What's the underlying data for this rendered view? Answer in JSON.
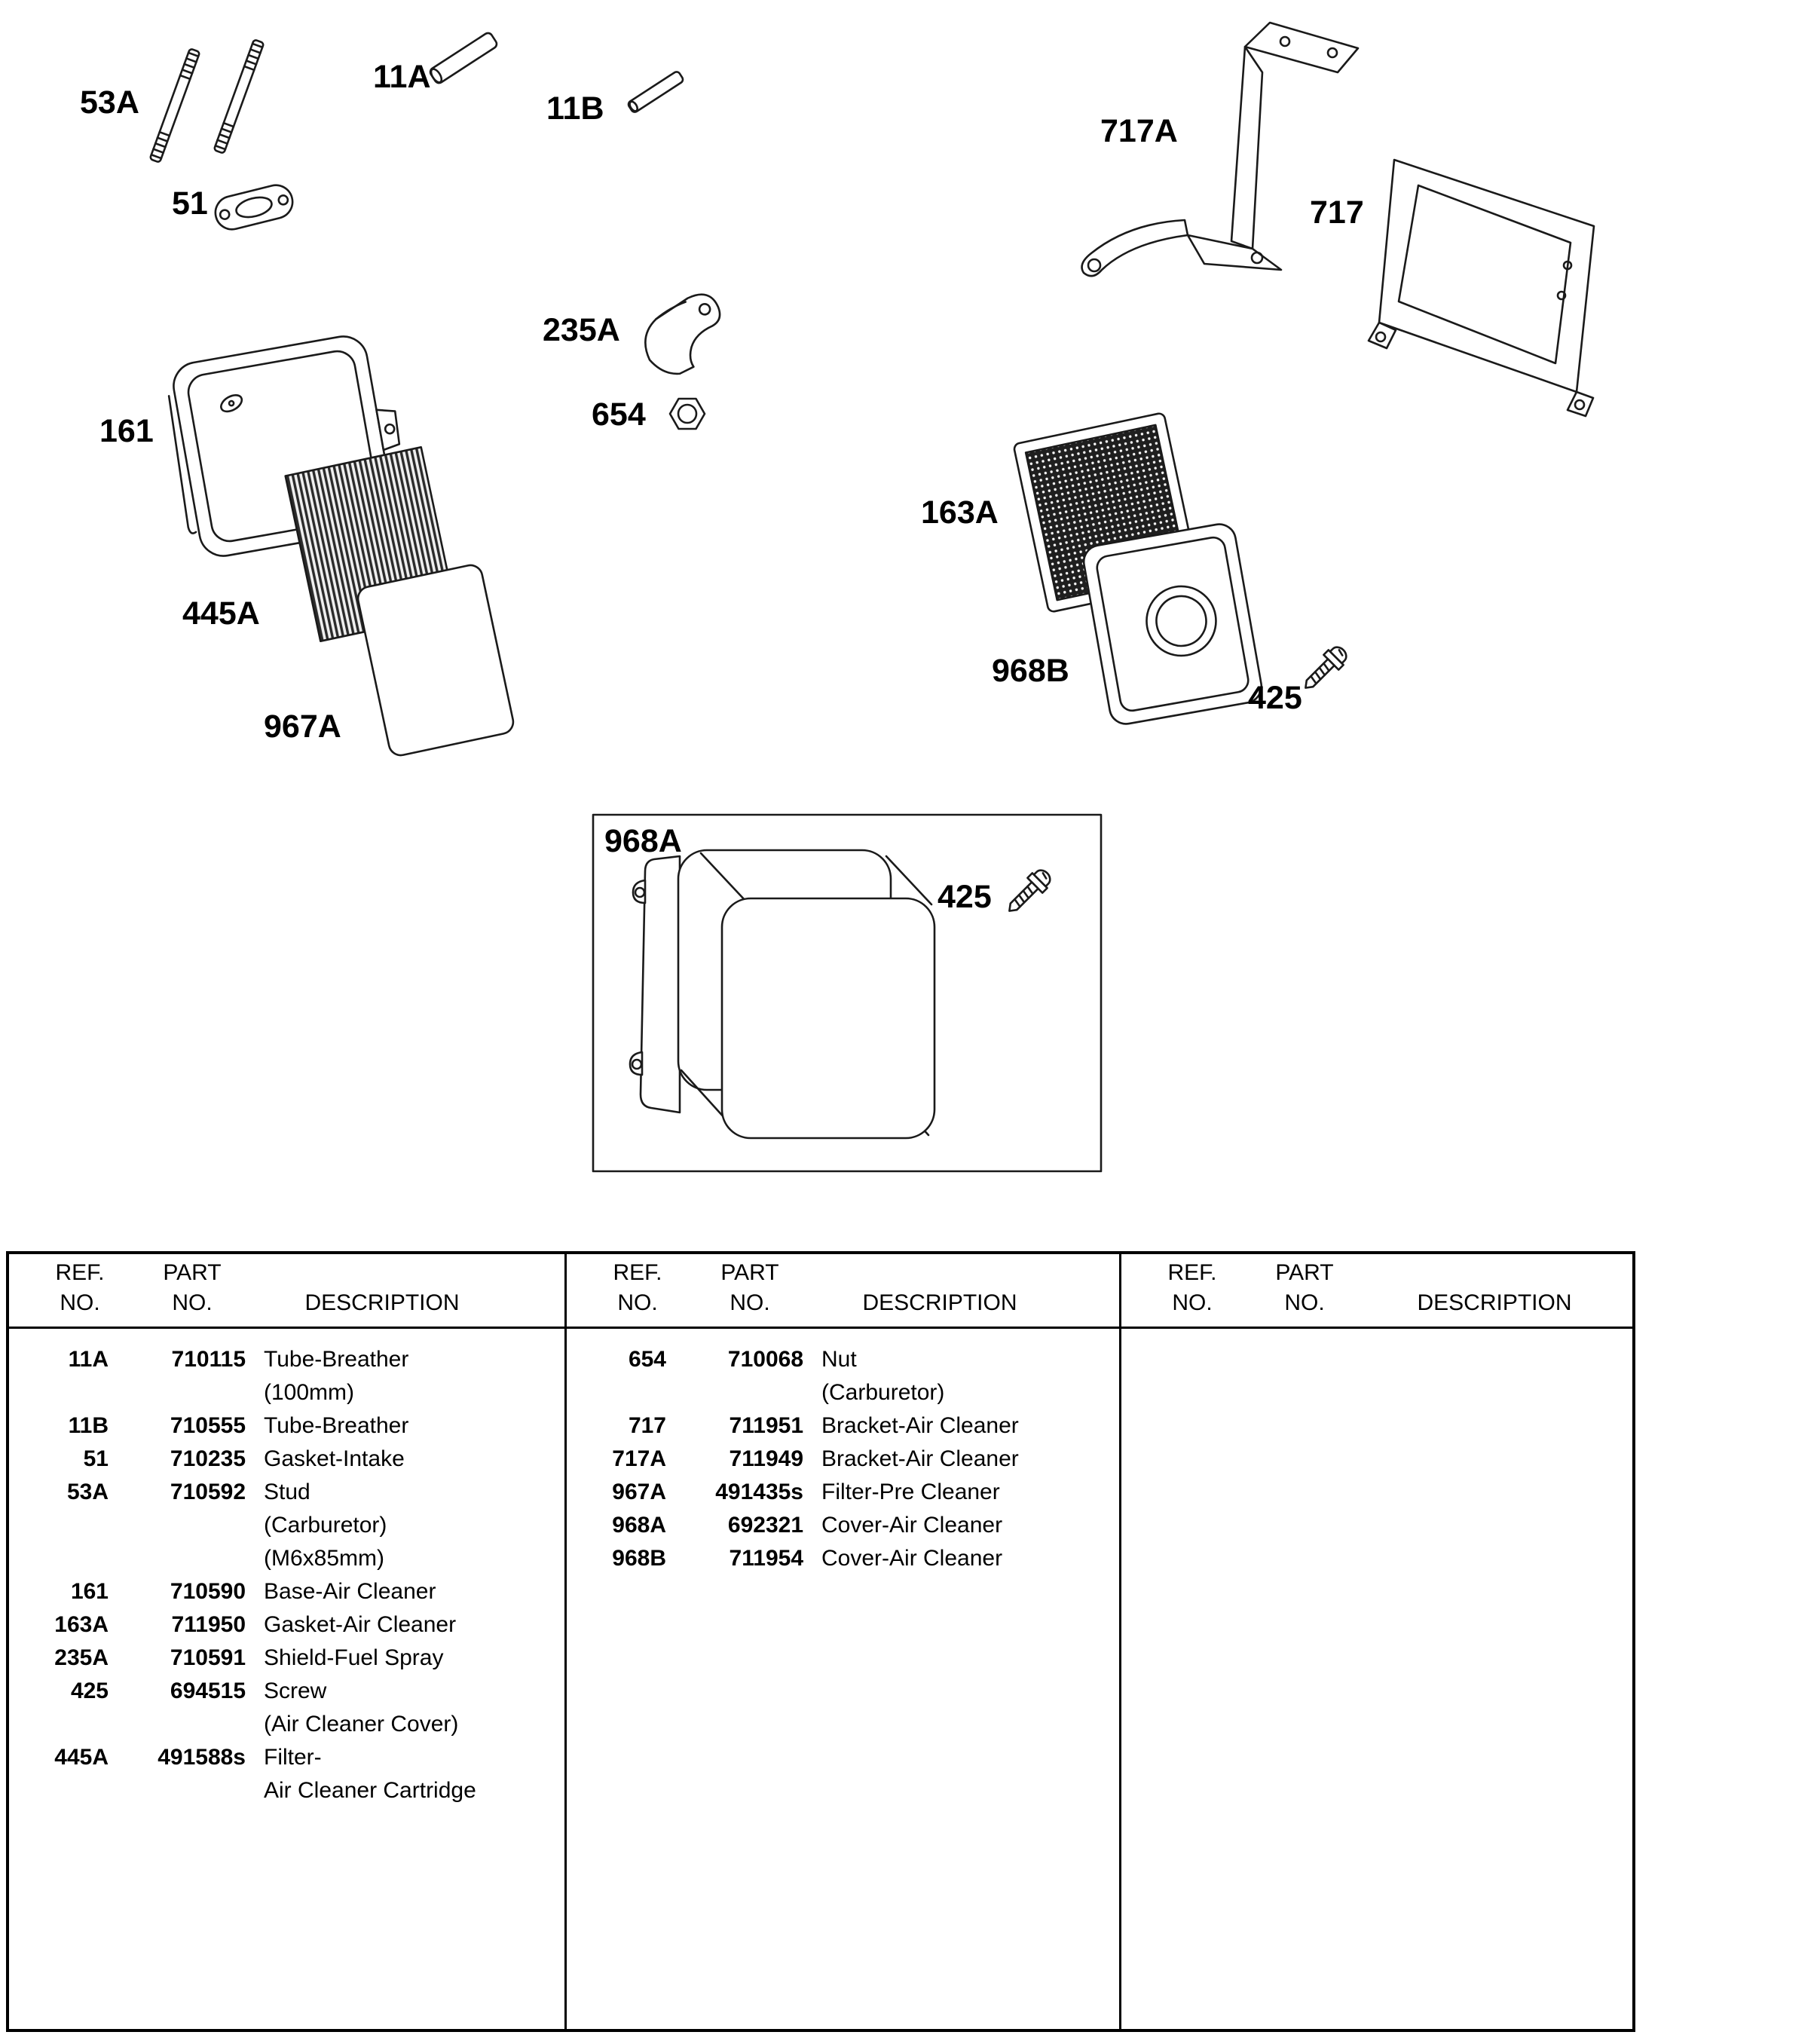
{
  "diagram": {
    "labels": {
      "l53A": "53A",
      "l11A": "11A",
      "l11B": "11B",
      "l51": "51",
      "l717A": "717A",
      "l717": "717",
      "l235A": "235A",
      "l654": "654",
      "l161": "161",
      "l163A": "163A",
      "l445A": "445A",
      "l968B": "968B",
      "l425a": "425",
      "l967A": "967A",
      "l968A": "968A",
      "l425b": "425"
    }
  },
  "table": {
    "headers": {
      "ref_line1": "REF.",
      "ref_line2": "NO.",
      "part_line1": "PART",
      "part_line2": "NO.",
      "description": "DESCRIPTION"
    },
    "columns": [
      {
        "rows": [
          {
            "ref": "11A",
            "part": "710115",
            "desc": "Tube-Breather"
          },
          {
            "ref": "",
            "part": "",
            "desc": "(100mm)"
          },
          {
            "ref": "11B",
            "part": "710555",
            "desc": "Tube-Breather"
          },
          {
            "ref": "51",
            "part": "710235",
            "desc": "Gasket-Intake"
          },
          {
            "ref": "53A",
            "part": "710592",
            "desc": "Stud"
          },
          {
            "ref": "",
            "part": "",
            "desc": "(Carburetor)"
          },
          {
            "ref": "",
            "part": "",
            "desc": "(M6x85mm)"
          },
          {
            "ref": "161",
            "part": "710590",
            "desc": "Base-Air Cleaner"
          },
          {
            "ref": "163A",
            "part": "711950",
            "desc": "Gasket-Air Cleaner"
          },
          {
            "ref": "235A",
            "part": "710591",
            "desc": "Shield-Fuel Spray"
          },
          {
            "ref": "425",
            "part": "694515",
            "desc": "Screw"
          },
          {
            "ref": "",
            "part": "",
            "desc": "(Air Cleaner Cover)"
          },
          {
            "ref": "445A",
            "part": "491588s",
            "desc": "Filter-"
          },
          {
            "ref": "",
            "part": "",
            "desc": "Air Cleaner Cartridge"
          }
        ]
      },
      {
        "rows": [
          {
            "ref": "654",
            "part": "710068",
            "desc": "Nut"
          },
          {
            "ref": "",
            "part": "",
            "desc": "(Carburetor)"
          },
          {
            "ref": "717",
            "part": "711951",
            "desc": "Bracket-Air Cleaner"
          },
          {
            "ref": "717A",
            "part": "711949",
            "desc": "Bracket-Air Cleaner"
          },
          {
            "ref": "967A",
            "part": "491435s",
            "desc": "Filter-Pre Cleaner"
          },
          {
            "ref": "968A",
            "part": "692321",
            "desc": "Cover-Air Cleaner"
          },
          {
            "ref": "968B",
            "part": "711954",
            "desc": "Cover-Air Cleaner"
          }
        ]
      },
      {
        "rows": []
      }
    ]
  }
}
